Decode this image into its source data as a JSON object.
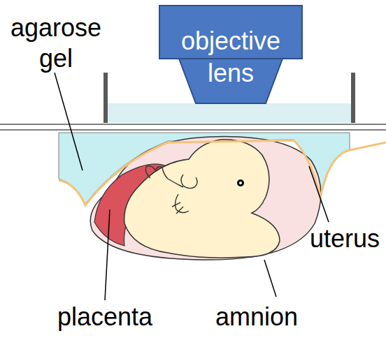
{
  "diagram": {
    "nodes": [
      {
        "text": [
          "objective lens"
        ]
      }
    ],
    "labels": [
      "agarose gel",
      "placenta",
      "amnion",
      "uterus"
    ]
  }
}
